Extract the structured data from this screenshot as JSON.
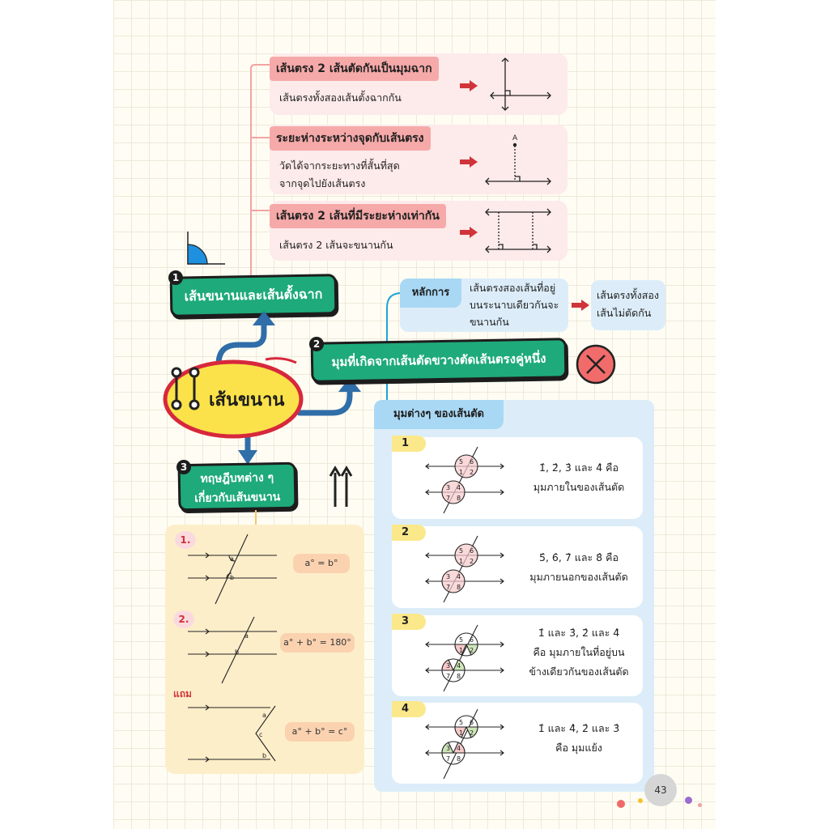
{
  "colors": {
    "pink_header": "#f6a9a9",
    "pink_box": "#fdeaea",
    "green": "#1eaa7a",
    "blue_box": "#dcedf9",
    "yellow": "#fbe88a",
    "red": "#d0343a",
    "orange_box": "#fdeeca"
  },
  "section1": {
    "number": "1",
    "title": "เส้นขนานและเส้นตั้งฉาก",
    "items": [
      {
        "heading": "เส้นตรง 2 เส้นตัดกันเป็นมุมฉาก",
        "body": [
          "เส้นตรงทั้งสองเส้นตั้งฉากกัน"
        ]
      },
      {
        "heading": "ระยะห่างระหว่างจุดกับเส้นตรง",
        "body": [
          "วัดได้จากระยะทางที่สั้นที่สุด",
          "จากจุดไปยังเส้นตรง"
        ],
        "point_label": "A"
      },
      {
        "heading": "เส้นตรง 2 เส้นที่มีระยะห่างเท่ากัน",
        "body": [
          "เส้นตรง 2 เส้นจะขนานกัน"
        ]
      }
    ]
  },
  "center": {
    "title": "เส้นขนาน"
  },
  "section2": {
    "number": "2",
    "title": "มุมที่เกิดจากเส้นตัดขวางตัดเส้นตรงคู่หนึ่ง",
    "principle_label": "หลักการ",
    "principle_text": [
      "เส้นตรงสองเส้นที่อยู่",
      "บนระนาบเดียวกันจะ",
      "ขนานกัน"
    ],
    "result_text": [
      "เส้นตรงทั้งสอง",
      "เส้นไม่ตัดกัน"
    ],
    "angles_title": "มุมต่างๆ ของเส้นตัด",
    "cards": [
      {
        "num": "1",
        "lines": [
          "1̂, 2̂, 3̂ และ 4̂ คือ",
          "มุมภายในของเส้นตัด"
        ]
      },
      {
        "num": "2",
        "lines": [
          "5̂, 6̂, 7̂ และ 8̂ คือ",
          "มุมภายนอกของเส้นตัด"
        ]
      },
      {
        "num": "3",
        "lines": [
          "1̂ และ 3̂, 2̂ และ 4̂",
          "คือ มุมภายในที่อยู่บน",
          "ข้างเดียวกันของเส้นตัด"
        ]
      },
      {
        "num": "4",
        "lines": [
          "1̂ และ 4̂, 2̂ และ 3̂",
          "คือ มุมแย้ง"
        ]
      }
    ]
  },
  "section3": {
    "number": "3",
    "title": [
      "ทฤษฎีบทต่าง ๆ",
      "เกี่ยวกับเส้นขนาน"
    ],
    "theorems": [
      {
        "label": "1.",
        "formula": "a° = b°"
      },
      {
        "label": "2.",
        "formula": "a° + b° = 180°"
      },
      {
        "label": "แถม",
        "formula": "a° + b° = c°"
      }
    ]
  },
  "page_number": "43"
}
